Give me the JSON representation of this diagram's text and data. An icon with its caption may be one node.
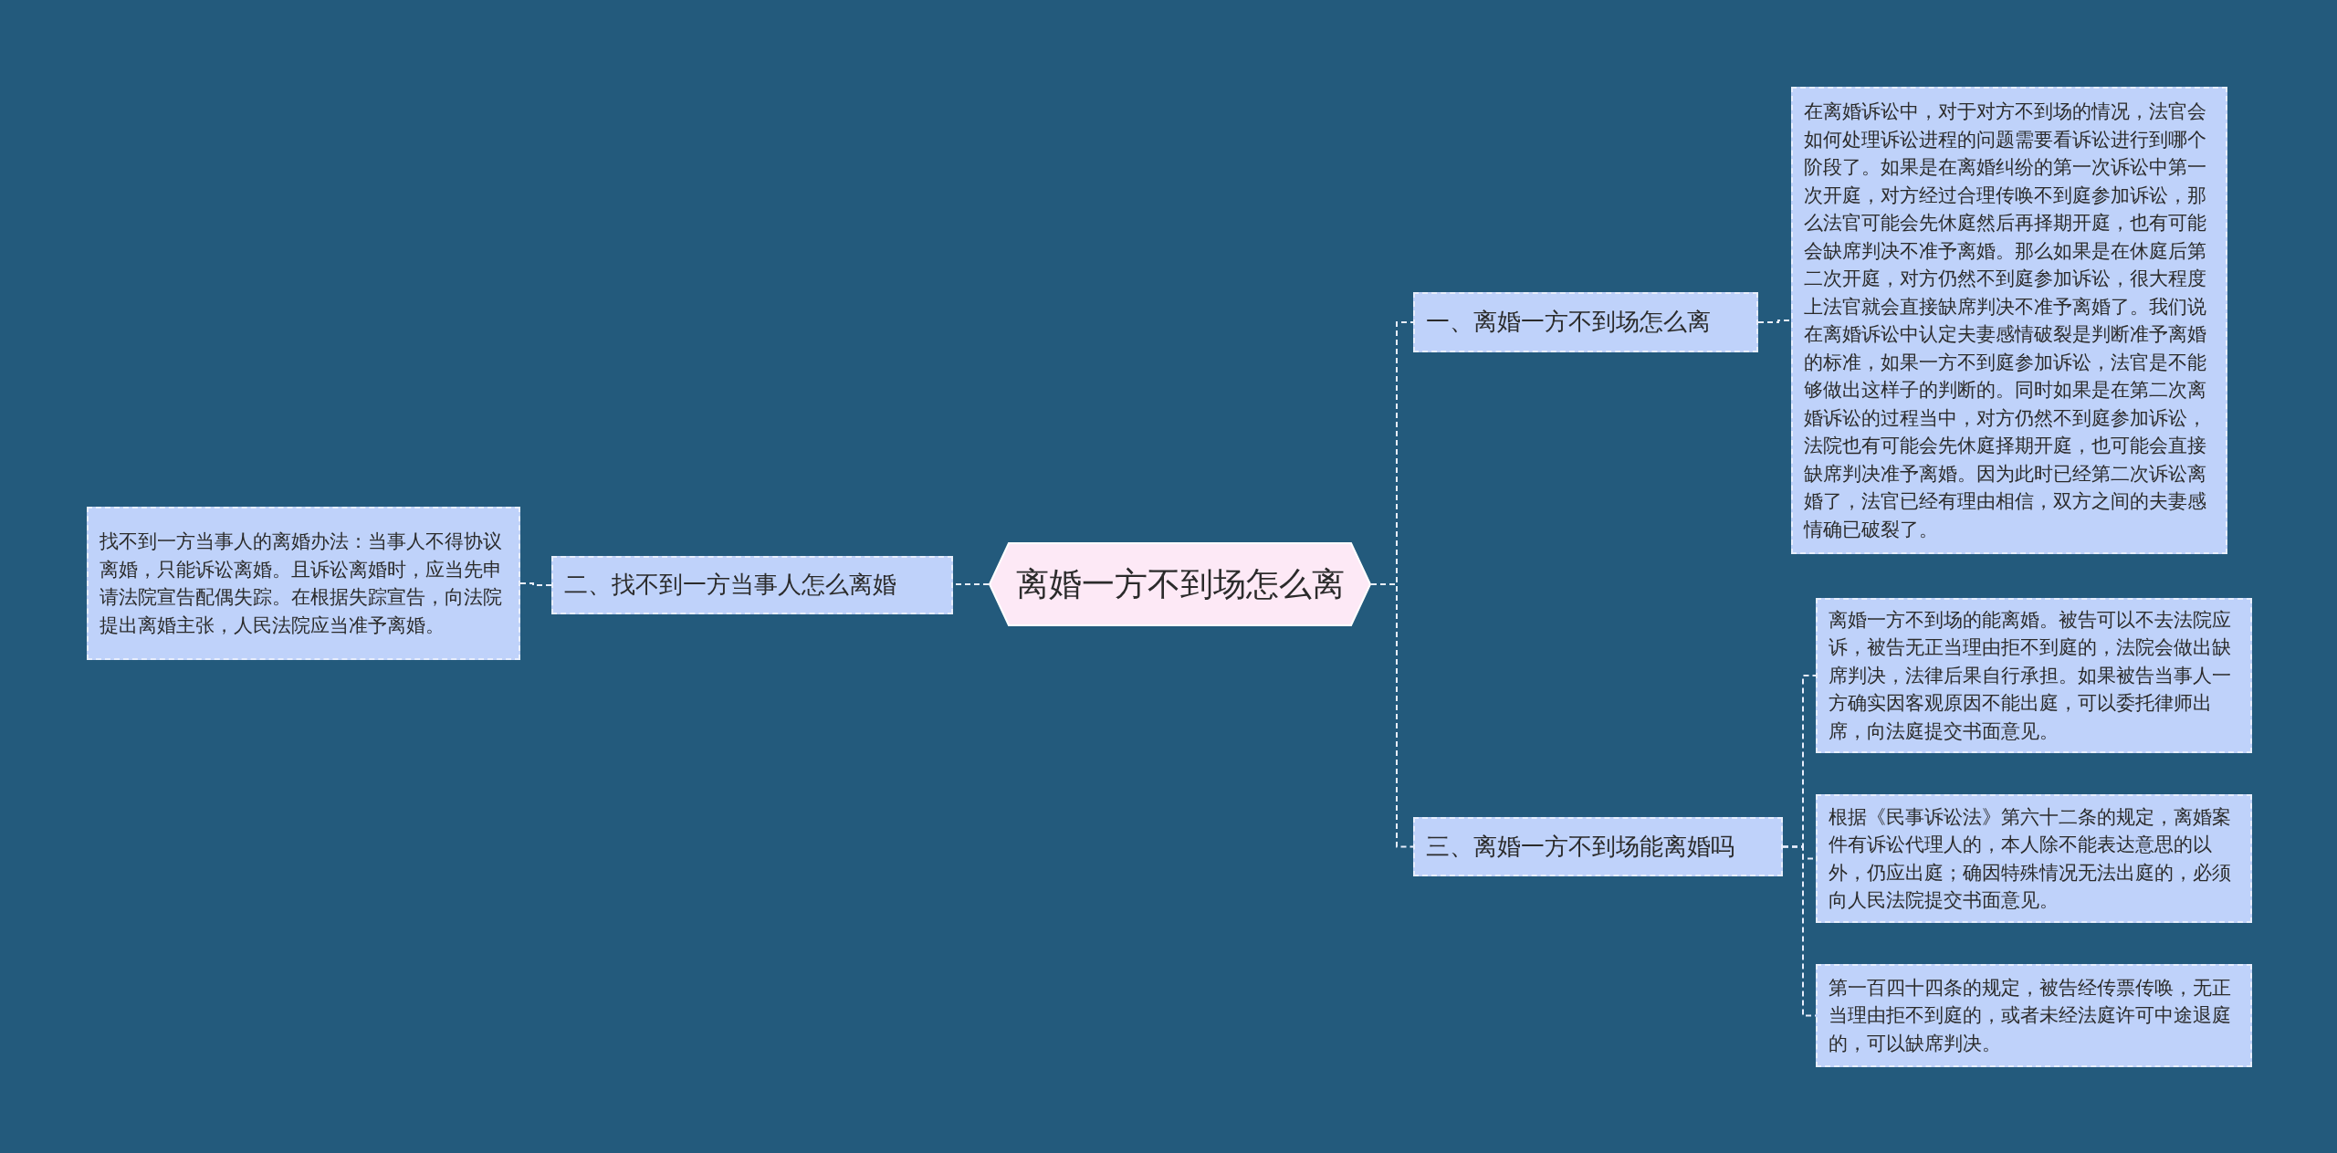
{
  "diagram": {
    "nodes": [
      {
        "text": [
          "离婚一方不到场怎么离"
        ]
      },
      {
        "text": [
          "一、离婚一方不到场怎么离"
        ]
      },
      {
        "text": [
          "在离婚诉讼中，对于对方不到场的情况，法官会如何处理诉讼进程的问题需要看诉讼进行到哪个阶段了。如果是在离婚纠纷的第一次诉讼中第一次开庭，对方经过合理传唤不到庭参加诉讼，那么法官可能会先休庭然后再择期开庭，也有可能会缺席判决不准予离婚。那么如果是在休庭后第二次开庭，对方仍然不到庭参加诉讼，很大程度上法官就会直接缺席判决不准予离婚了。我们说在离婚诉讼中认定夫妻感情破裂是判断准予离婚的标准，如果一方不到庭参加诉讼，法官是不能够做出这样子的判断的。同时如果是在第二次离婚诉讼的过程当中，对方仍然不到庭参加诉讼，法院也有可能会先休庭择期开庭，也可能会直接缺席判决准予离婚。因为此时已经第二次诉讼离婚了，法官已经有理由相信，双方之间的夫妻感情确已破裂了。"
        ]
      },
      {
        "text": [
          "二、找不到一方当事人怎么离婚"
        ]
      },
      {
        "text": [
          "找不到一方当事人的离婚办法：当事人不得协议离婚，只能诉讼离婚。且诉讼离婚时，应当先申请法院宣告配偶失踪。在根据失踪宣告，向法院提出离婚主张，人民法院应当准予离婚。"
        ]
      },
      {
        "text": [
          "三、离婚一方不到场能离婚吗"
        ]
      },
      {
        "text": [
          "离婚一方不到场的能离婚。被告可以不去法院应诉，被告无正当理由拒不到庭的，法院会做出缺席判决，法律后果自行承担。如果被告当事人一方确实因客观原因不能出庭，可以委托律师出席，向法庭提交书面意见。"
        ]
      },
      {
        "text": [
          "根据《民事诉讼法》第六十二条的规定，离婚案件有诉讼代理人的，本人除不能表达意思的以外，仍应出庭；确因特殊情况无法出庭的，必须向人民法院提交书面意见。"
        ]
      },
      {
        "text": [
          "第一百四十四条的规定，被告经传票传唤，无正当理由拒不到庭的，或者未经法庭许可中途退庭的，可以缺席判决。"
        ]
      }
    ],
    "edges": [
      {
        "from": 0,
        "to": 1,
        "arrow": "none"
      },
      {
        "from": 1,
        "to": 2,
        "arrow": "none"
      },
      {
        "from": 0,
        "to": 3,
        "arrow": "none"
      },
      {
        "from": 3,
        "to": 4,
        "arrow": "none"
      },
      {
        "from": 0,
        "to": 5,
        "arrow": "none"
      },
      {
        "from": 5,
        "to": 6,
        "arrow": "none"
      },
      {
        "from": 5,
        "to": 7,
        "arrow": "none"
      },
      {
        "from": 5,
        "to": 8,
        "arrow": "none"
      }
    ]
  }
}
